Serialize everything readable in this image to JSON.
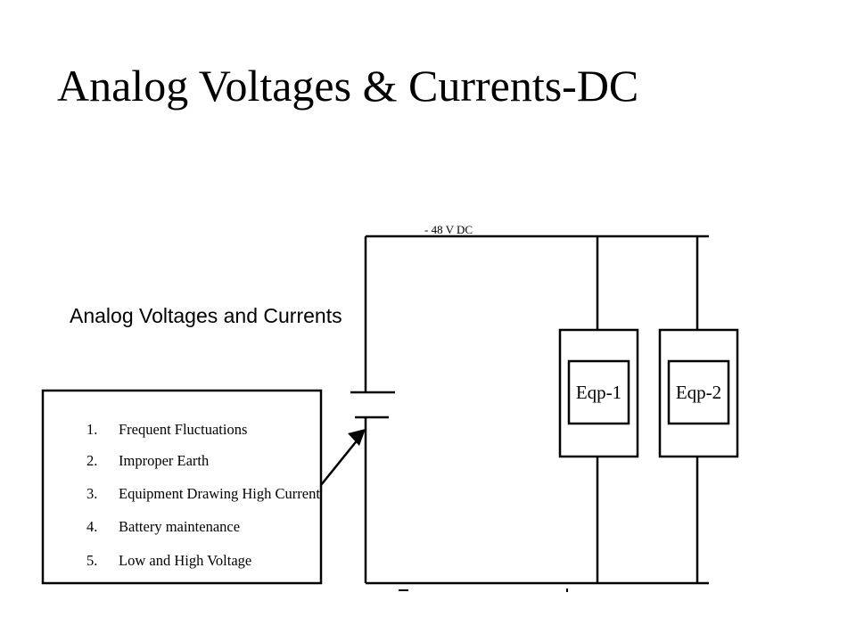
{
  "slide": {
    "title": "Analog Voltages & Currents-DC"
  },
  "diagram": {
    "heading": "Analog Voltages and Currents",
    "issues": [
      {
        "number": "1.",
        "text": "Frequent Fluctuations"
      },
      {
        "number": "2.",
        "text": "Improper Earth"
      },
      {
        "number": "3.",
        "text": "Equipment Drawing High Current"
      },
      {
        "number": "4.",
        "text": "Battery maintenance"
      },
      {
        "number": "5.",
        "text": "Low and High Voltage"
      }
    ],
    "equipment": [
      {
        "label": "Eqp-1"
      },
      {
        "label": "Eqp-2"
      }
    ],
    "top_rail_label": "- 48 V DC"
  }
}
